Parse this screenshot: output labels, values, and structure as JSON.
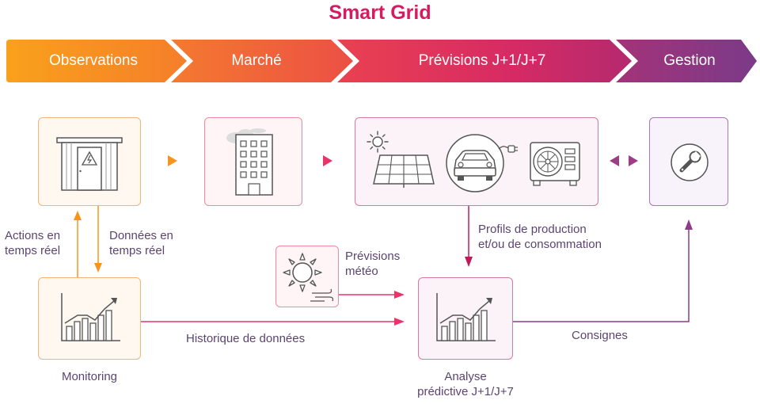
{
  "title": "Smart Grid",
  "phases": [
    "Observations",
    "Marché",
    "Prévisions J+1/J+7",
    "Gestion"
  ],
  "labels": {
    "actions_l1": "Actions en",
    "actions_l2": "temps réel",
    "donnees_l1": "Données en",
    "donnees_l2": "temps réel",
    "meteo_l1": "Prévisions",
    "meteo_l2": "météo",
    "profils_l1": "Profils de production",
    "profils_l2": "et/ou de consommation",
    "historique": "Historique de données",
    "consignes": "Consignes",
    "monitoring": "Monitoring",
    "analyse_l1": "Analyse",
    "analyse_l2": "prédictive J+1/J+7"
  },
  "icons": [
    "substation-icon",
    "building-icon",
    "solar-panel-icon",
    "sun-icon",
    "electric-car-icon",
    "heat-pump-icon",
    "wrench-icon",
    "weather-icon",
    "chart-icon"
  ],
  "colors": {
    "title": "#d81b60",
    "orange": "#f7941d",
    "pink": "#e8336b",
    "magenta": "#c2185b",
    "purple": "#8e3b8a",
    "text": "#5c4470",
    "icon": "#555555"
  }
}
